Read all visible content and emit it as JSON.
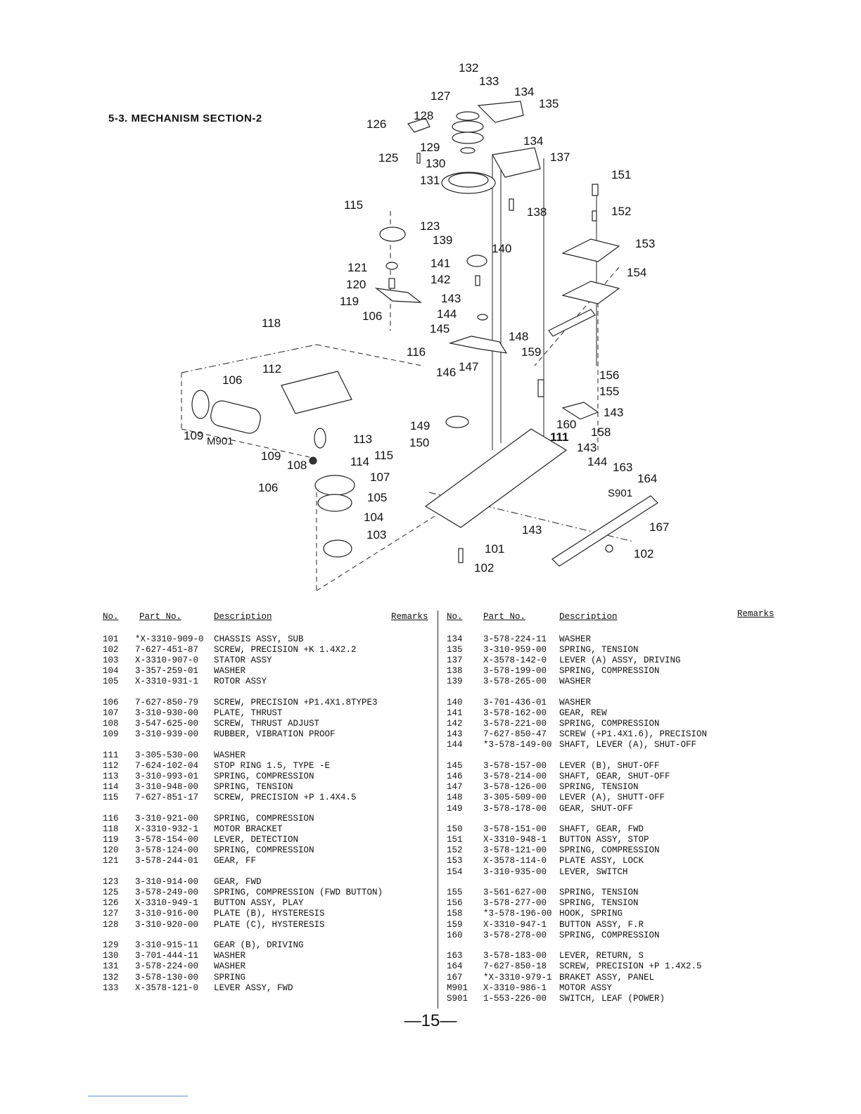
{
  "section_title": "5-3. MECHANISM SECTION-2",
  "callouts": [
    "132",
    "133",
    "134",
    "135",
    "127",
    "128",
    "126",
    "134",
    "129",
    "125",
    "130",
    "137",
    "131",
    "151",
    "115",
    "138",
    "152",
    "123",
    "139",
    "140",
    "153",
    "121",
    "141",
    "154",
    "120",
    "142",
    "119",
    "143",
    "144",
    "118",
    "106",
    "145",
    "148",
    "116",
    "159",
    "112",
    "106",
    "146",
    "147",
    "156",
    "155",
    "143",
    "109",
    "M901",
    "149",
    "160",
    "158",
    "111",
    "113",
    "150",
    "143",
    "109",
    "115",
    "114",
    "144",
    "163",
    "108",
    "107",
    "164",
    "S901",
    "106",
    "105",
    "104",
    "167",
    "143",
    "103",
    "101",
    "102",
    "102"
  ],
  "table_headers": {
    "no": "No.",
    "part_no": "Part No.",
    "description": "Description",
    "remarks": "Remarks"
  },
  "left_groups": [
    [
      [
        "101",
        "*X-3310-909-0",
        "CHASSIS ASSY, SUB"
      ],
      [
        "102",
        "7-627-451-87",
        "SCREW, PRECISION +K 1.4X2.2"
      ],
      [
        "103",
        "X-3310-907-0",
        "STATOR ASSY"
      ],
      [
        "104",
        "3-357-259-01",
        "WASHER"
      ],
      [
        "105",
        "X-3310-931-1",
        "ROTOR ASSY"
      ]
    ],
    [
      [
        "106",
        "7-627-850-79",
        "SCREW, PRECISION +P1.4X1.8TYPE3"
      ],
      [
        "107",
        "3-310-930-00",
        "PLATE, THRUST"
      ],
      [
        "108",
        "3-547-625-00",
        "SCREW, THRUST ADJUST"
      ],
      [
        "109",
        "3-310-939-00",
        "RUBBER, VIBRATION PROOF"
      ]
    ],
    [
      [
        "111",
        "3-305-530-00",
        "WASHER"
      ],
      [
        "112",
        "7-624-102-04",
        "STOP RING 1.5, TYPE -E"
      ],
      [
        "113",
        "3-310-993-01",
        "SPRING, COMPRESSION"
      ],
      [
        "114",
        "3-310-948-00",
        "SPRING, TENSION"
      ],
      [
        "115",
        "7-627-851-17",
        "SCREW, PRECISION +P 1.4X4.5"
      ]
    ],
    [
      [
        "116",
        "3-310-921-00",
        "SPRING, COMPRESSION"
      ],
      [
        "118",
        "X-3310-932-1",
        "MOTOR BRACKET"
      ],
      [
        "119",
        "3-578-154-00",
        "LEVER, DETECTION"
      ],
      [
        "120",
        "3-578-124-00",
        "SPRING, COMPRESSION"
      ],
      [
        "121",
        "3-578-244-01",
        "GEAR, FF"
      ]
    ],
    [
      [
        "123",
        "3-310-914-00",
        "GEAR, FWD"
      ],
      [
        "125",
        "3-578-249-00",
        "SPRING, COMPRESSION (FWD BUTTON)"
      ],
      [
        "126",
        "X-3310-949-1",
        "BUTTON ASSY, PLAY"
      ],
      [
        "127",
        "3-310-916-00",
        "PLATE (B), HYSTERESIS"
      ],
      [
        "128",
        "3-310-920-00",
        "PLATE (C), HYSTERESIS"
      ]
    ],
    [
      [
        "129",
        "3-310-915-11",
        "GEAR (B), DRIVING"
      ],
      [
        "130",
        "3-701-444-11",
        "WASHER"
      ],
      [
        "131",
        "3-578-224-00",
        "WASHER"
      ],
      [
        "132",
        "3-578-130-00",
        "SPRING"
      ],
      [
        "133",
        "X-3578-121-0",
        "LEVER ASSY, FWD"
      ]
    ]
  ],
  "right_groups": [
    [
      [
        "134",
        "3-578-224-11",
        "WASHER"
      ],
      [
        "135",
        "3-310-959-00",
        "SPRING, TENSION"
      ],
      [
        "137",
        "X-3578-142-0",
        "LEVER (A) ASSY, DRIVING"
      ],
      [
        "138",
        "3-578-199-00",
        "SPRING, COMPRESSION"
      ],
      [
        "139",
        "3-578-265-00",
        "WASHER"
      ]
    ],
    [
      [
        "140",
        "3-701-436-01",
        "WASHER"
      ],
      [
        "141",
        "3-578-162-00",
        "GEAR, REW"
      ],
      [
        "142",
        "3-578-221-00",
        "SPRING, COMPRESSION"
      ],
      [
        "143",
        "7-627-850-47",
        "SCREW (+P1.4X1.6), PRECISION"
      ],
      [
        "144",
        "*3-578-149-00",
        "SHAFT, LEVER (A), SHUT-OFF"
      ]
    ],
    [
      [
        "145",
        "3-578-157-00",
        "LEVER (B), SHUT-OFF"
      ],
      [
        "146",
        "3-578-214-00",
        "SHAFT, GEAR, SHUT-OFF"
      ],
      [
        "147",
        "3-578-126-00",
        "SPRING, TENSION"
      ],
      [
        "148",
        "3-305-509-00",
        "LEVER (A), SHUTT-OFF"
      ],
      [
        "149",
        "3-578-178-00",
        "GEAR, SHUT-OFF"
      ]
    ],
    [
      [
        "150",
        "3-578-151-00",
        "SHAFT, GEAR, FWD"
      ],
      [
        "151",
        "X-3310-948-1",
        "BUTTON ASSY, STOP"
      ],
      [
        "152",
        "3-578-121-00",
        "SPRING, COMPRESSION"
      ],
      [
        "153",
        "X-3578-114-0",
        "PLATE ASSY, LOCK"
      ],
      [
        "154",
        "3-310-935-00",
        "LEVER, SWITCH"
      ]
    ],
    [
      [
        "155",
        "3-561-627-00",
        "SPRING, TENSION"
      ],
      [
        "156",
        "3-578-277-00",
        "SPRING, TENSION"
      ],
      [
        "158",
        "*3-578-196-00",
        "HOOK, SPRING"
      ],
      [
        "159",
        "X-3310-947-1",
        "BUTTON ASSY, F.R"
      ],
      [
        "160",
        "3-578-278-00",
        "SPRING, COMPRESSION"
      ]
    ],
    [
      [
        "163",
        "3-578-183-00",
        "LEVER, RETURN, S"
      ],
      [
        "164",
        "7-627-850-18",
        "SCREW, PRECISION +P 1.4X2.5"
      ],
      [
        "167",
        "*X-3310-979-1",
        "BRAKET ASSY, PANEL"
      ],
      [
        "M901",
        "X-3310-986-1",
        "MOTOR ASSY"
      ],
      [
        "S901",
        "1-553-226-00",
        "SWITCH, LEAF (POWER)"
      ]
    ]
  ],
  "page_number": "—15—"
}
